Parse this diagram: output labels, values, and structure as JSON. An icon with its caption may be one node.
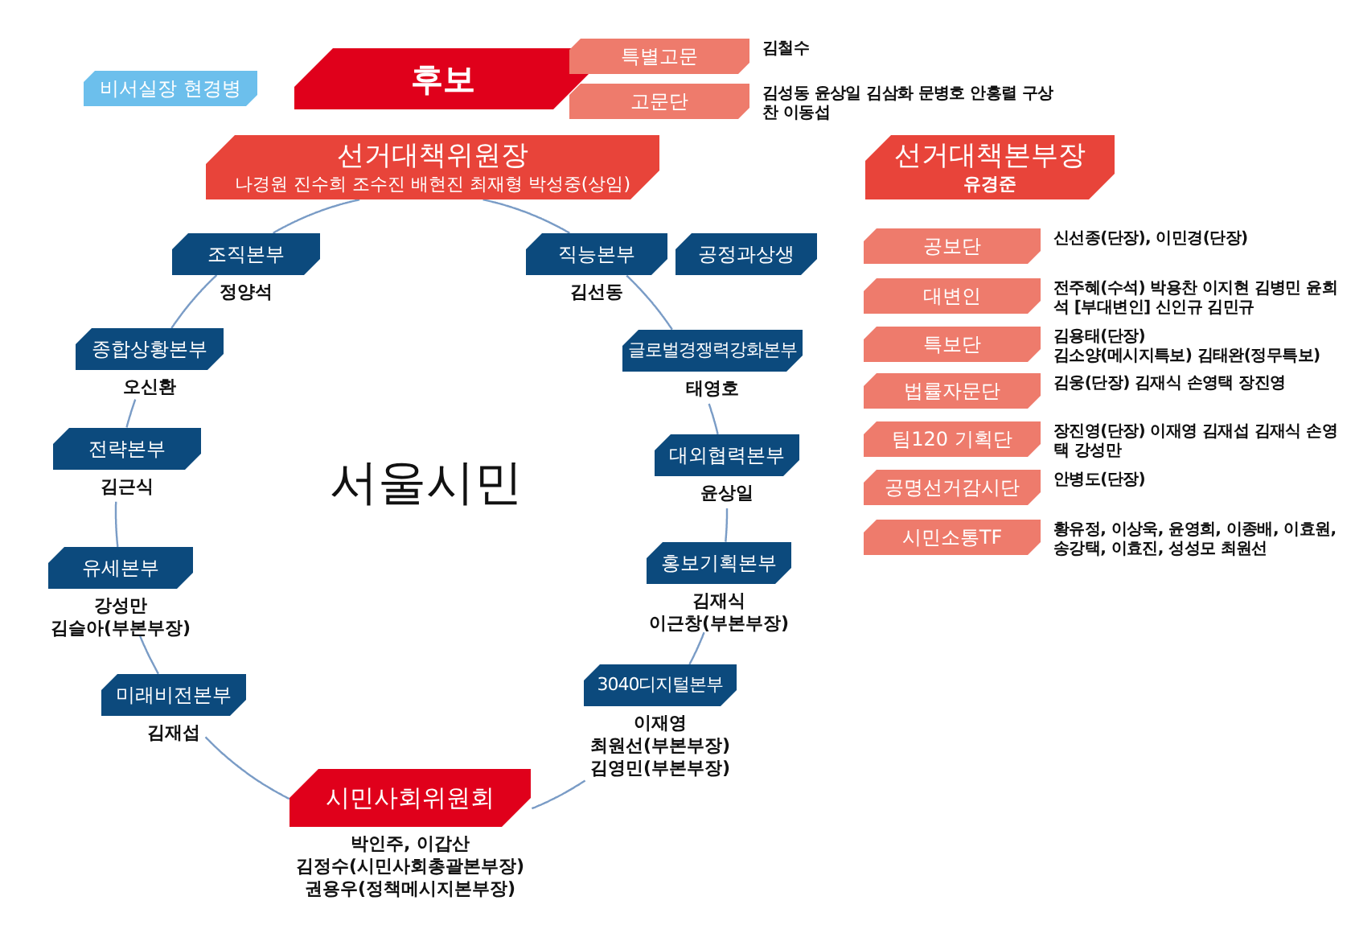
{
  "diagram": {
    "nodes": [
      {
        "text": [
          "후보"
        ]
      },
      {
        "text": [
          "비서실장 현경병"
        ]
      },
      {
        "text": [
          "특별고문"
        ],
        "beside": [
          "김철수"
        ]
      },
      {
        "text": [
          "고문단"
        ],
        "beside": [
          "김성동 윤상일 김삼화 문병호 안홍렬 구상찬 이동섭"
        ]
      },
      {
        "text": [
          "선거대책위원장",
          "나경원 진수희 조수진 배현진 최재형 박성중(상임)"
        ]
      },
      {
        "text": [
          "선거대책본부장",
          "유경준"
        ]
      },
      {
        "text": [
          "조직본부"
        ],
        "beside": [
          "정양석"
        ]
      },
      {
        "text": [
          "직능본부"
        ],
        "beside": [
          "김선동"
        ]
      },
      {
        "text": [
          "공정과상생"
        ]
      },
      {
        "text": [
          "공보단"
        ],
        "beside": [
          "신선종(단장), 이민경(단장)"
        ]
      },
      {
        "text": [
          "종합상황본부"
        ],
        "beside": [
          "오신환"
        ]
      },
      {
        "text": [
          "글로벌경쟁력강화본부"
        ],
        "beside": [
          "태영호"
        ]
      },
      {
        "text": [
          "대변인"
        ],
        "beside": [
          "전주혜(수석) 박용찬 이지현 김병민 윤희석 [부대변인] 신인규 김민규"
        ]
      },
      {
        "text": [
          "특보단"
        ],
        "beside": [
          "김용태(단장)",
          "김소양(메시지특보) 김태완(정무특보)"
        ]
      },
      {
        "text": [
          "법률자문단"
        ],
        "beside": [
          "김웅(단장) 김재식 손영택 장진영"
        ]
      },
      {
        "text": [
          "전략본부"
        ],
        "beside": [
          "김근식"
        ]
      },
      {
        "text": [
          "대외협력본부"
        ],
        "beside": [
          "윤상일"
        ]
      },
      {
        "text": [
          "팀120 기획단"
        ],
        "beside": [
          "장진영(단장) 이재영 김재섭 김재식 손영택 강성만"
        ]
      },
      {
        "text": [
          "공명선거감시단"
        ],
        "beside": [
          "안병도(단장)"
        ]
      },
      {
        "text": [
          "시민소통TF"
        ],
        "beside": [
          "황유정, 이상욱, 윤영희, 이종배, 이효원, 송강택, 이효진, 성성모 최원선"
        ]
      },
      {
        "text": [
          "유세본부"
        ],
        "beside": [
          "강성만",
          "김슬아(부본부장)"
        ]
      },
      {
        "text": [
          "홍보기획본부"
        ],
        "beside": [
          "김재식",
          "이근창(부본부장)"
        ]
      },
      {
        "text": [
          "미래비전본부"
        ],
        "beside": [
          "김재섭"
        ]
      },
      {
        "text": [
          "3040디지털본부"
        ],
        "beside": [
          "이재영",
          "최원선(부본부장)",
          "김영민(부본부장)"
        ]
      },
      {
        "text": [
          "시민사회위원회"
        ],
        "beside": [
          "박인주, 이갑산",
          "김정수(시민사회총괄본부장)",
          "권용우(정책메시지본부장)"
        ]
      }
    ],
    "edges": [
      {
        "from": 4,
        "to": 6,
        "arrow": "none"
      },
      {
        "from": 6,
        "to": 10,
        "arrow": "none"
      },
      {
        "from": 10,
        "to": 15,
        "arrow": "none"
      },
      {
        "from": 15,
        "to": 20,
        "arrow": "none"
      },
      {
        "from": 20,
        "to": 22,
        "arrow": "none"
      },
      {
        "from": 22,
        "to": 24,
        "arrow": "none"
      },
      {
        "from": 24,
        "to": 23,
        "arrow": "none"
      },
      {
        "from": 23,
        "to": 21,
        "arrow": "none"
      },
      {
        "from": 21,
        "to": 16,
        "arrow": "none"
      },
      {
        "from": 16,
        "to": 11,
        "arrow": "none"
      },
      {
        "from": 11,
        "to": 7,
        "arrow": "none"
      },
      {
        "from": 7,
        "to": 4,
        "arrow": "none"
      }
    ],
    "labels": [
      "서울시민"
    ]
  }
}
